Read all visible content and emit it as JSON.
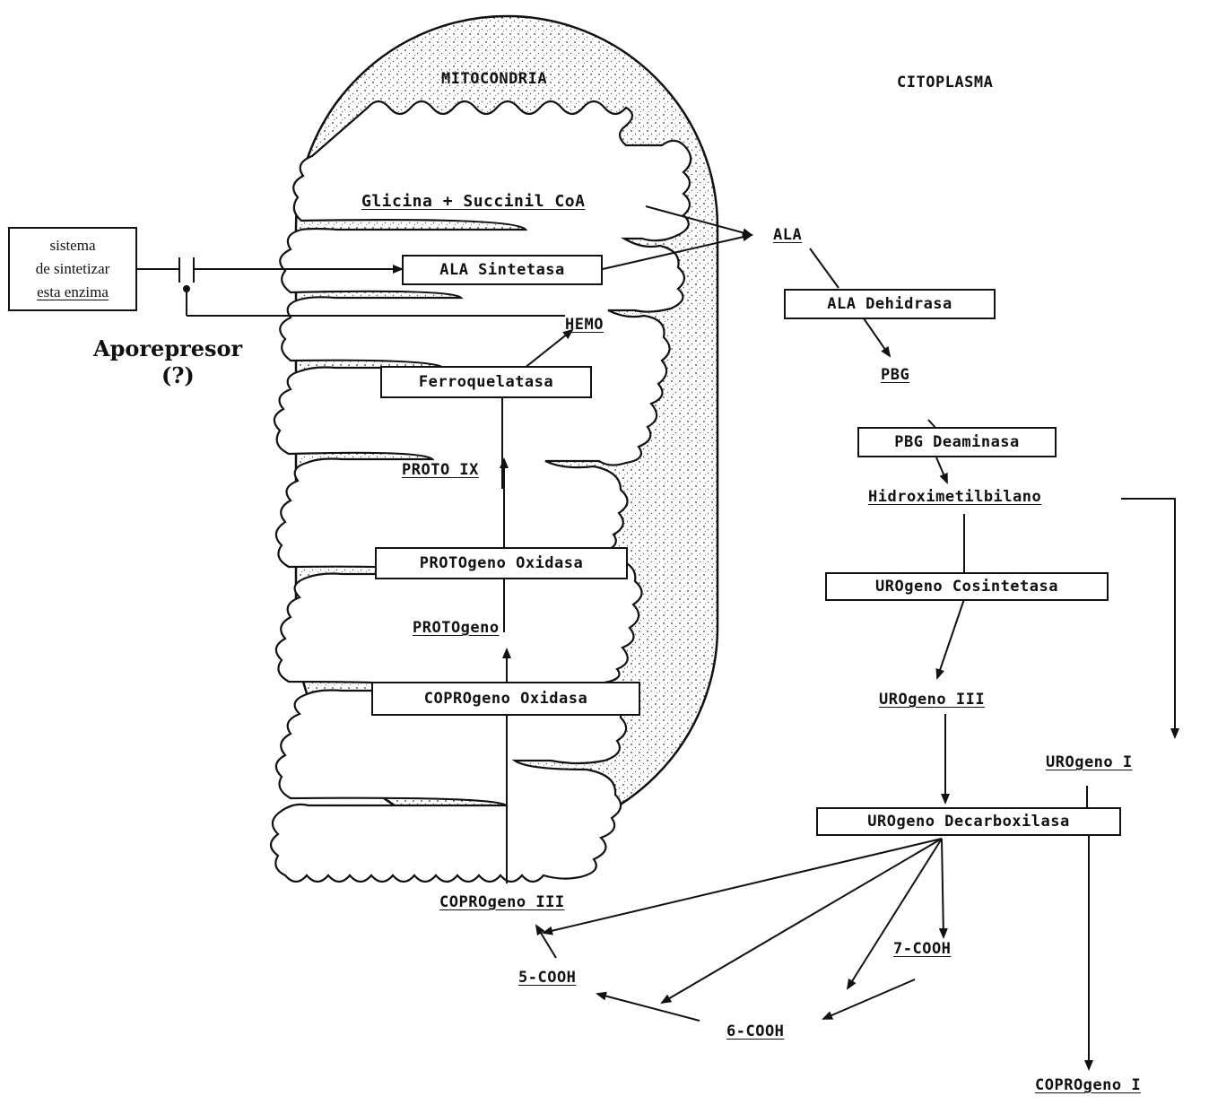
{
  "compartments": {
    "mitochondria": "MITOCONDRIA",
    "cytoplasm": "CITOPLASMA"
  },
  "control": {
    "system_lines": [
      "sistema",
      "de sintetizar",
      "esta enzima"
    ],
    "aporepresor": "Aporepresor",
    "question": "(?)"
  },
  "mitochondrial_steps": {
    "substrate": "Glicina + Succinil CoA",
    "ala_synthase": "ALA Sintetasa",
    "heme": "HEMO",
    "ferrochelatase": "Ferroquelatasa",
    "proto_ix": "PROTO IX",
    "protogen_oxidase": "PROTOgeno Oxidasa",
    "protogen": "PROTOgeno",
    "coprogen_oxidase": "COPROgeno Oxidasa"
  },
  "cytoplasmic_steps": {
    "ala": "ALA",
    "ala_dehydratase": "ALA Dehidrasa",
    "pbg": "PBG",
    "pbg_deaminase": "PBG Deaminasa",
    "hmb": "Hidroximetilbilano",
    "urogen_cosynthase": "UROgeno Cosintetasa",
    "urogen_iii": "UROgeno III",
    "urogen_i": "UROgeno I",
    "urogen_decarboxylase": "UROgeno Decarboxilasa",
    "cooh7": "7-COOH",
    "cooh6": "6-COOH",
    "cooh5": "5-COOH",
    "coprogen_iii": "COPROgeno III",
    "coprogen_i": "COPROgeno I"
  }
}
